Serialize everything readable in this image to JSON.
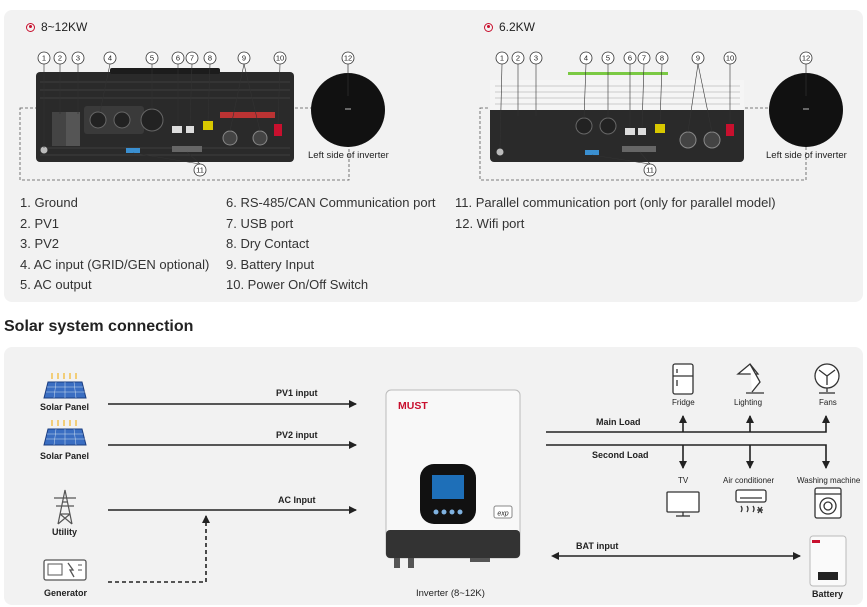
{
  "models": {
    "left": "8~12KW",
    "right": "6.2KW"
  },
  "left_side_caption": "Left side of inverter",
  "callouts_left": [
    "1",
    "2",
    "3",
    "4",
    "5",
    "6",
    "7",
    "8",
    "9",
    "10",
    "11",
    "12"
  ],
  "callouts_right": [
    "1",
    "2",
    "3",
    "4",
    "5",
    "6",
    "7",
    "8",
    "9",
    "10",
    "11",
    "12"
  ],
  "legend": [
    "1.  Ground",
    "2.  PV1",
    "3.  PV2",
    "4.  AC input (GRID/GEN optional)",
    "5.  AC output",
    "6.  RS-485/CAN Communication port",
    "7.  USB port",
    "8.  Dry Contact",
    "9.  Battery Input",
    "10. Power On/Off Switch",
    "11. Parallel communication port (only for parallel model)",
    "12. Wifi port"
  ],
  "section_title": "Solar system connection",
  "sources": {
    "solar_panel_1": "Solar Panel",
    "solar_panel_2": "Solar Panel",
    "utility": "Utility",
    "generator": "Generator"
  },
  "inputs": {
    "pv1": "PV1 input",
    "pv2": "PV2 input",
    "ac": "AC Input",
    "bat": "BAT input"
  },
  "inverter": {
    "brand": "MUST",
    "badge": "exp",
    "caption": "Inverter (8~12K)"
  },
  "loads": {
    "main": "Main Load",
    "second": "Second Load",
    "fridge": "Fridge",
    "lighting": "Lighting",
    "fans": "Fans",
    "tv": "TV",
    "air_conditioner": "Air conditioner",
    "washing_machine": "Washing machine",
    "battery": "Battery"
  },
  "icons": [
    "solar-panel-icon",
    "utility-tower-icon",
    "generator-icon",
    "fridge-icon",
    "lamp-icon",
    "fan-icon",
    "tv-icon",
    "air-conditioner-icon",
    "washing-machine-icon",
    "battery-icon"
  ]
}
